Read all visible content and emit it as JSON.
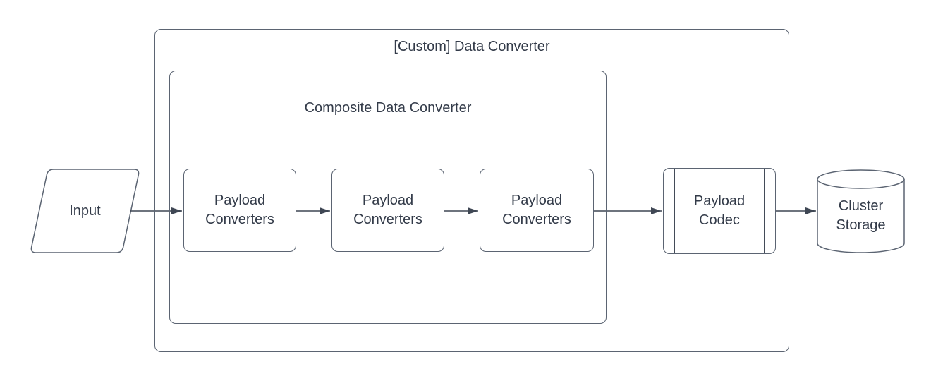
{
  "diagram": {
    "type": "flowchart",
    "groups": {
      "custom_data_converter": {
        "label": "[Custom] Data Converter"
      },
      "composite_data_converter": {
        "label": "Composite Data Converter"
      }
    },
    "nodes": {
      "input": {
        "label": "Input",
        "shape": "parallelogram"
      },
      "payload_converters_1": {
        "label": "Payload Converters",
        "shape": "rounded-rectangle"
      },
      "payload_converters_2": {
        "label": "Payload Converters",
        "shape": "rounded-rectangle"
      },
      "payload_converters_3": {
        "label": "Payload Converters",
        "shape": "rounded-rectangle"
      },
      "payload_codec": {
        "label": "Payload Codec",
        "shape": "predefined-process"
      },
      "cluster_storage": {
        "label": "Cluster Storage",
        "shape": "cylinder"
      }
    },
    "edges": [
      {
        "from": "input",
        "to": "payload_converters_1"
      },
      {
        "from": "payload_converters_1",
        "to": "payload_converters_2"
      },
      {
        "from": "payload_converters_2",
        "to": "payload_converters_3"
      },
      {
        "from": "payload_converters_3",
        "to": "payload_codec"
      },
      {
        "from": "payload_codec",
        "to": "cluster_storage"
      }
    ],
    "colors": {
      "background": "#ffffff",
      "shape_stroke": "#5b6472",
      "arrow": "#3f4754",
      "text": "#333b49"
    }
  }
}
